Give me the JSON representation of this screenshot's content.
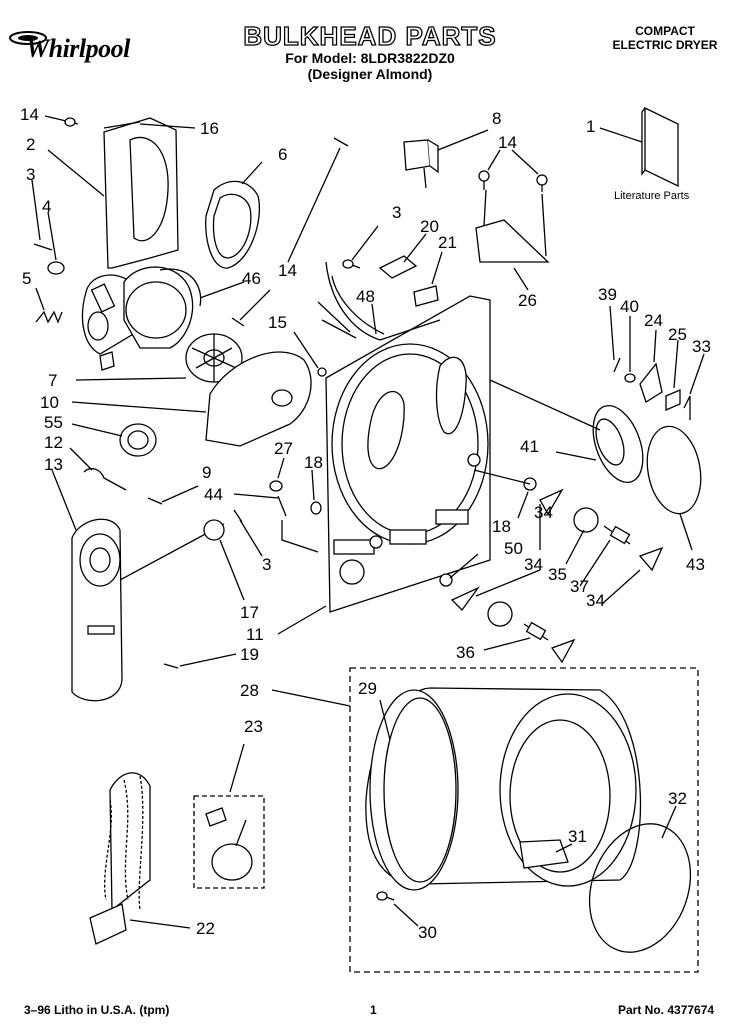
{
  "header": {
    "brand_logo": "Whirlpool",
    "title": "BULKHEAD PARTS",
    "model_line": "For Model: 8LDR3822DZ0",
    "color_line": "(Designer Almond)",
    "product_line1": "COMPACT",
    "product_line2": "ELECTRIC DRYER"
  },
  "diagram": {
    "literature_label": "Literature Parts",
    "callouts": [
      "14",
      "16",
      "2",
      "6",
      "3",
      "4",
      "5",
      "46",
      "7",
      "10",
      "55",
      "12",
      "13",
      "9",
      "44",
      "27",
      "18",
      "3",
      "17",
      "11",
      "19",
      "8",
      "14",
      "1",
      "3",
      "20",
      "21",
      "48",
      "26",
      "14",
      "15",
      "39",
      "40",
      "24",
      "25",
      "33",
      "41",
      "43",
      "18",
      "50",
      "34",
      "35",
      "37",
      "34",
      "34",
      "36",
      "28",
      "29",
      "23",
      "22",
      "32",
      "31",
      "30"
    ]
  },
  "footer": {
    "left": "3–96 Litho in U.S.A. (tpm)",
    "center": "1",
    "right": "Part No. 4377674"
  }
}
